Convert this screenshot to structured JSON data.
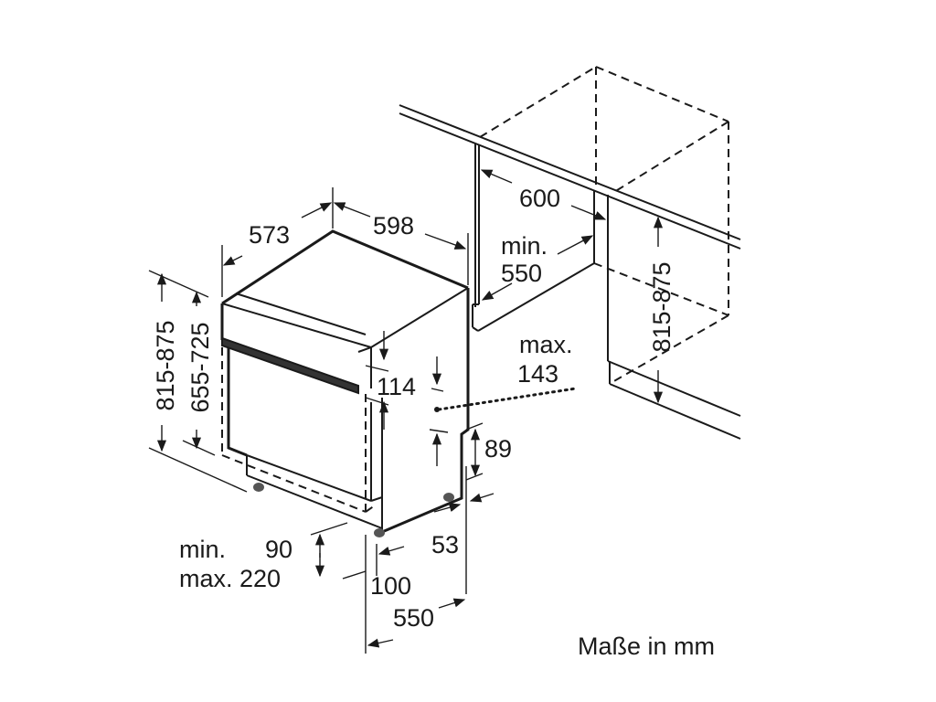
{
  "diagram": {
    "dims": {
      "depth": "573",
      "width": "598",
      "niche_width": "600",
      "niche_depth_label": "min.",
      "niche_depth": "550",
      "height_total": "815-875",
      "height_door": "655-725",
      "niche_height": "815-875",
      "panel_height": "114",
      "foot_offset_label": "max.",
      "foot_offset": "143",
      "plinth_cut": "89",
      "plinth_depth": "53",
      "plinth_min_label": "min.",
      "plinth_min": "90",
      "plinth_max": "max. 220",
      "foot_front": "100",
      "base_depth": "550"
    },
    "units_note": "Maße in mm"
  }
}
